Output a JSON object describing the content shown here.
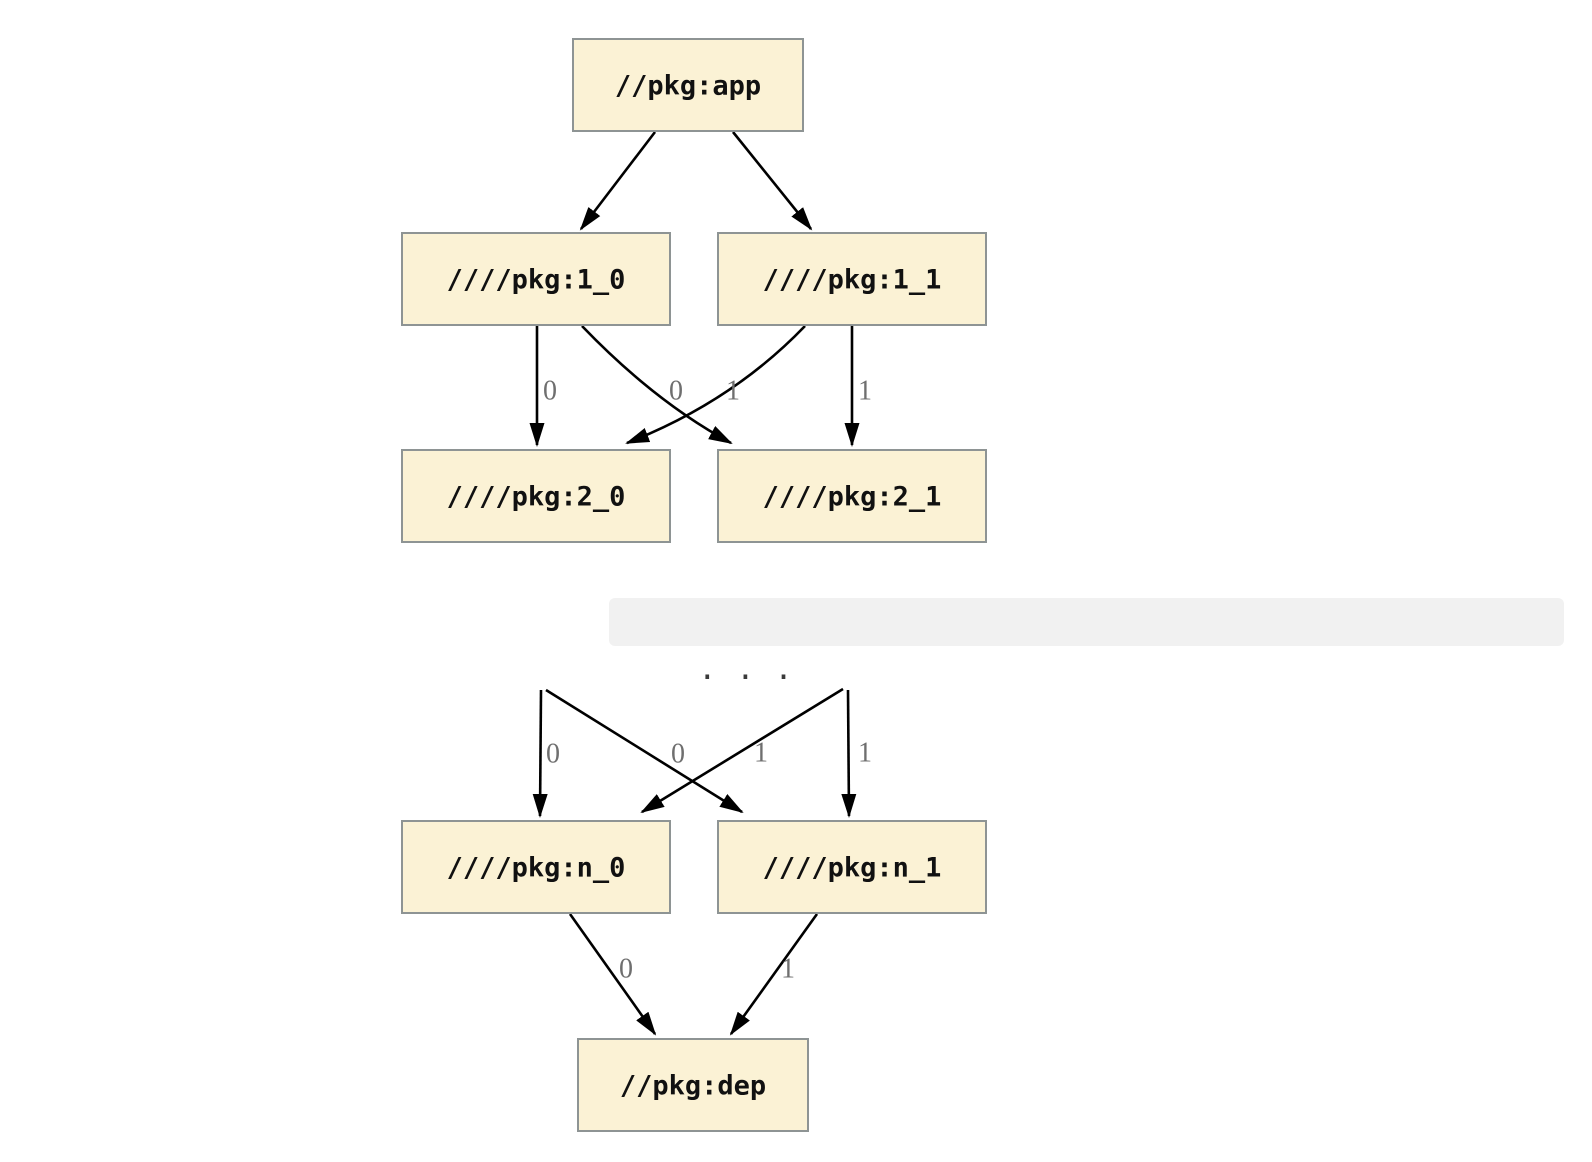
{
  "graph": {
    "nodes": [
      {
        "id": "app",
        "label": "//pkg:app"
      },
      {
        "id": "1_0",
        "label": "////pkg:1_0"
      },
      {
        "id": "1_1",
        "label": "////pkg:1_1"
      },
      {
        "id": "2_0",
        "label": "////pkg:2_0"
      },
      {
        "id": "2_1",
        "label": "////pkg:2_1"
      },
      {
        "id": "n_0",
        "label": "////pkg:n_0"
      },
      {
        "id": "n_1",
        "label": "////pkg:n_1"
      },
      {
        "id": "dep",
        "label": "//pkg:dep"
      }
    ],
    "edges": [
      {
        "from": "app",
        "to": "1_0",
        "label": ""
      },
      {
        "from": "app",
        "to": "1_1",
        "label": ""
      },
      {
        "from": "1_0",
        "to": "2_0",
        "label": "0"
      },
      {
        "from": "1_0",
        "to": "2_1",
        "label": "0"
      },
      {
        "from": "1_1",
        "to": "2_0",
        "label": "1"
      },
      {
        "from": "1_1",
        "to": "2_1",
        "label": "1"
      },
      {
        "from": "ellipsis",
        "to": "n_0",
        "label": "0"
      },
      {
        "from": "ellipsis",
        "to": "n_1",
        "label": "0"
      },
      {
        "from": "ellipsis",
        "to": "n_0",
        "label": "1"
      },
      {
        "from": "ellipsis",
        "to": "n_1",
        "label": "1"
      },
      {
        "from": "n_0",
        "to": "dep",
        "label": "0"
      },
      {
        "from": "n_1",
        "to": "dep",
        "label": "1"
      }
    ],
    "ellipsis_text": ". . .",
    "colors": {
      "node_fill": "#FBF2D5",
      "node_border": "#8E9494",
      "edge": "#000000",
      "edge_label": "#6F6F6F",
      "band_bg": "#F1F1F1",
      "band_text": "#3A3A3A"
    }
  }
}
